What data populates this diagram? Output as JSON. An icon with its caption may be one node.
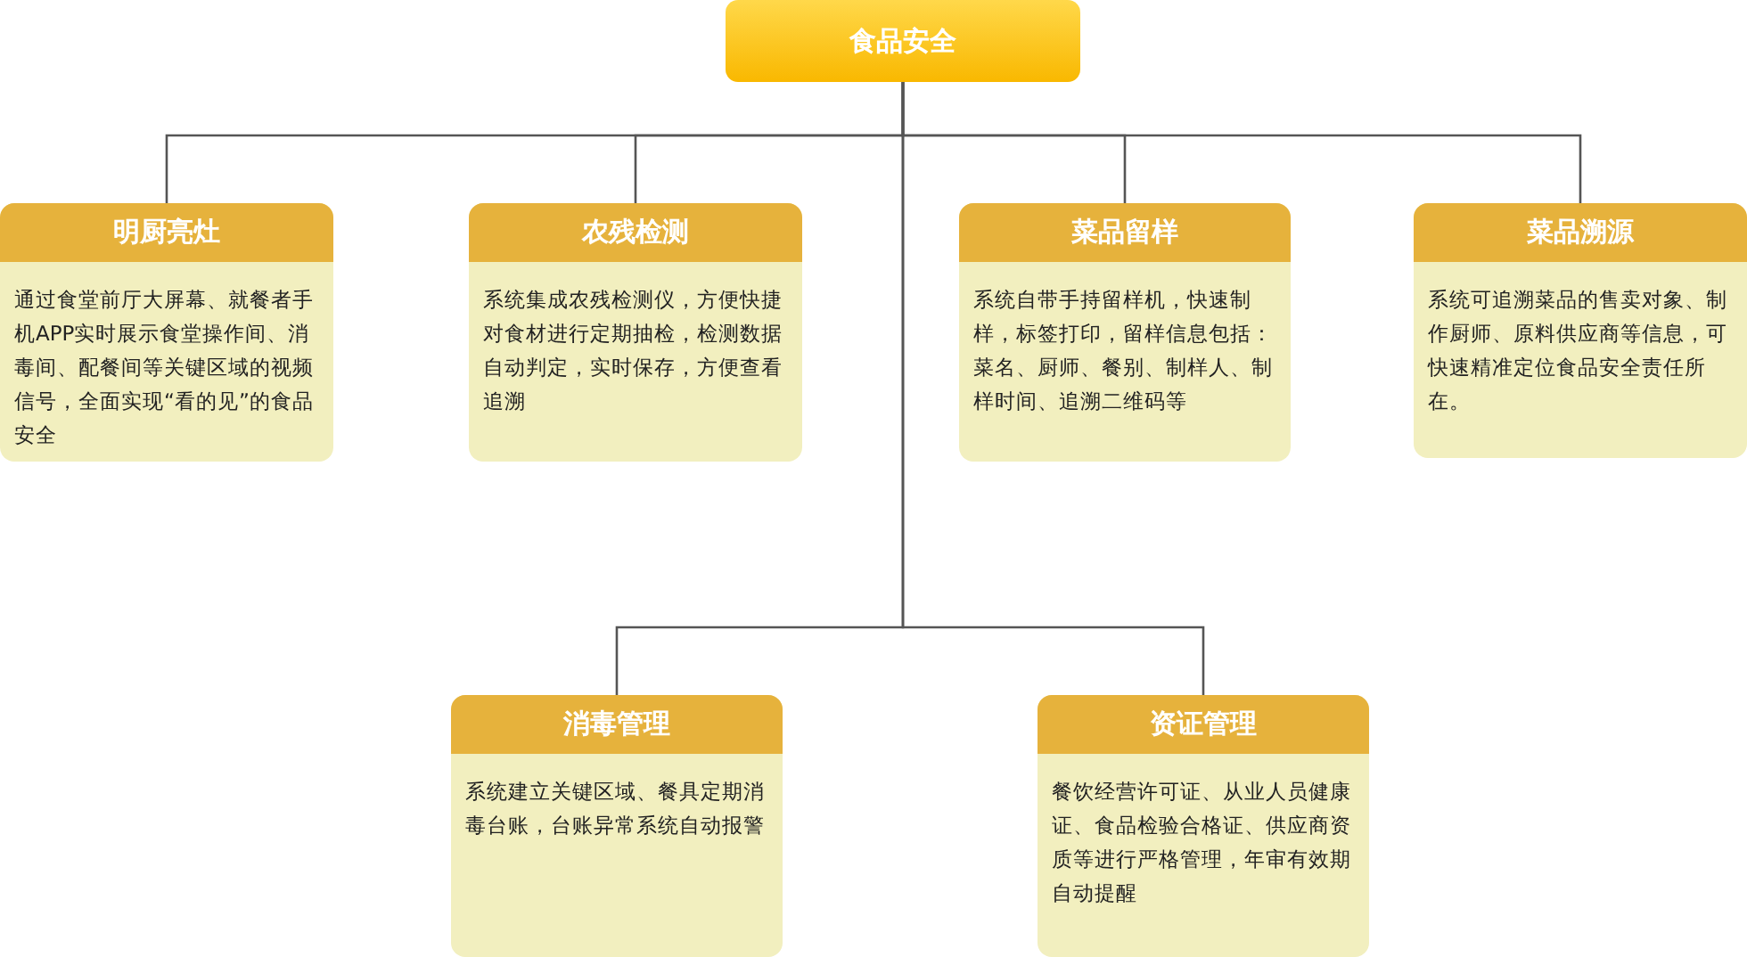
{
  "diagram": {
    "nodes": [
      {
        "text": [
          "食品安全"
        ]
      },
      {
        "text": [
          "明厨亮灶",
          "通过食堂前厅大屏幕、就餐者手机APP实时展示食堂操作间、消毒间、配餐间等关键区域的视频信号，全面实现“看的见”的食品安全"
        ]
      },
      {
        "text": [
          "农残检测",
          "系统集成农残检测仪，方便快捷对食材进行定期抽检，检测数据自动判定，实时保存，方便查看追溯"
        ]
      },
      {
        "text": [
          "菜品留样",
          "系统自带手持留样机，快速制样，标签打印，留样信息包括：菜名、厨师、餐别、制样人、制样时间、追溯二维码等"
        ]
      },
      {
        "text": [
          "菜品溯源",
          "系统可追溯菜品的售卖对象、制作厨师、原料供应商等信息，可快速精准定位食品安全责任所在。"
        ]
      },
      {
        "text": [
          "消毒管理",
          "系统建立关键区域、餐具定期消毒台账，台账异常系统自动报警"
        ]
      },
      {
        "text": [
          "资证管理",
          "餐饮经营许可证、从业人员健康证、食品检验合格证、供应商资质等进行严格管理，年审有效期自动提醒"
        ]
      }
    ],
    "edges": [
      {
        "from": 0,
        "to": 1,
        "arrow": "none"
      },
      {
        "from": 0,
        "to": 2,
        "arrow": "none"
      },
      {
        "from": 0,
        "to": 3,
        "arrow": "none"
      },
      {
        "from": 0,
        "to": 4,
        "arrow": "none"
      },
      {
        "from": 0,
        "to": 5,
        "arrow": "none"
      },
      {
        "from": 0,
        "to": 6,
        "arrow": "none"
      }
    ]
  }
}
